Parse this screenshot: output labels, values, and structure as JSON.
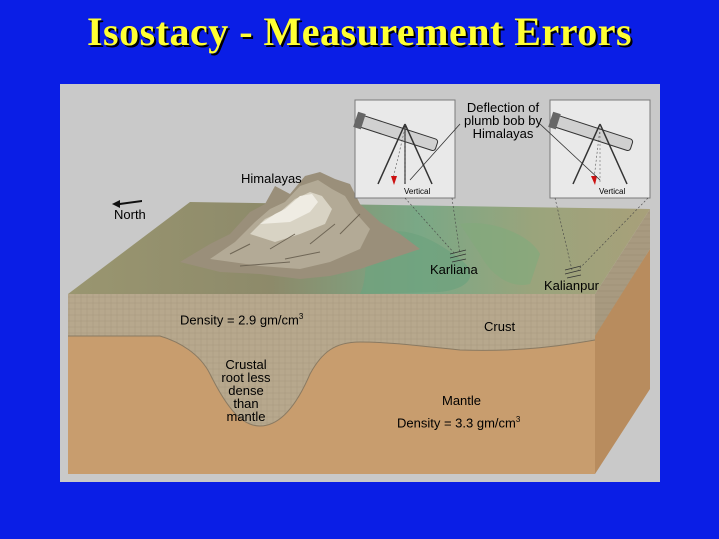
{
  "title": "Isostacy - Measurement Errors",
  "figure": {
    "north": "North",
    "himalayas": "Himalayas",
    "deflection": [
      "Deflection of",
      "plumb bob by",
      "Himalayas"
    ],
    "vertical_left": "Vertical",
    "vertical_right": "Vertical",
    "karliana": "Karliana",
    "kalianpur": "Kalianpur",
    "crust_density_label": "Density = 2.9 gm/cm",
    "crust": "Crust",
    "root_label": [
      "Crustal",
      "root less",
      "dense",
      "than",
      "mantle"
    ],
    "mantle": "Mantle",
    "mantle_density_label": "Density = 3.3 gm/cm",
    "cubed": "3"
  },
  "colors": {
    "background": "#0a1ee6",
    "title": "#ffff33",
    "crust": "#b5a68c",
    "mantle": "#c49a6c",
    "terrain_green": "#7fa882",
    "plumb_bob": "#cc1111"
  }
}
